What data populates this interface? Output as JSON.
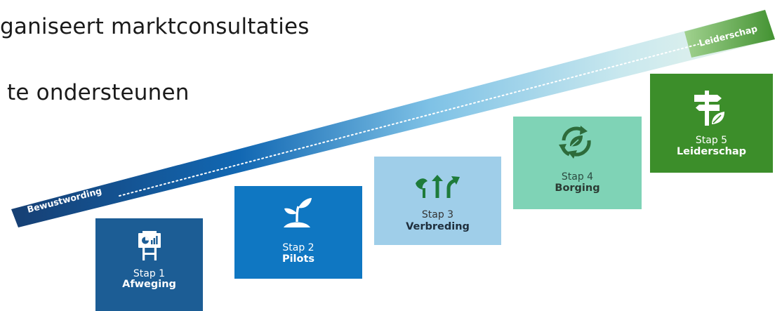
{
  "slide": {
    "line1": "ganiseert marktconsultaties",
    "line2": "te ondersteunen"
  },
  "ramp": {
    "start_label": "Bewustwording",
    "end_label": "Leiderschap"
  },
  "steps": [
    {
      "stap": "Stap 1",
      "name": "Afweging",
      "icon": "presentation-board-icon",
      "color": "#1c5d95"
    },
    {
      "stap": "Stap 2",
      "name": "Pilots",
      "icon": "sprout-icon",
      "color": "#0f77c2"
    },
    {
      "stap": "Stap 3",
      "name": "Verbreding",
      "icon": "diverging-arrows-icon",
      "color": "#9fcee9"
    },
    {
      "stap": "Stap 4",
      "name": "Borging",
      "icon": "recycle-leaf-icon",
      "color": "#7fd3b6"
    },
    {
      "stap": "Stap 5",
      "name": "Leiderschap",
      "icon": "signpost-leaf-icon",
      "color": "#3c8e2a"
    }
  ]
}
